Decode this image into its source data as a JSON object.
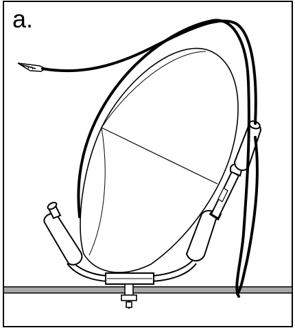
{
  "panel_label": "a.",
  "colors": {
    "line": "#000000",
    "background": "#ffffff",
    "table": "#a8a8a8"
  },
  "parts": [
    "frame-border",
    "table-surface",
    "alligator-clip-icon",
    "reflector-dish",
    "thick-cables",
    "left-handle-grip",
    "right-handle-grip",
    "top-connector",
    "bracket-arms",
    "mount-clamp",
    "mount-bolt"
  ]
}
